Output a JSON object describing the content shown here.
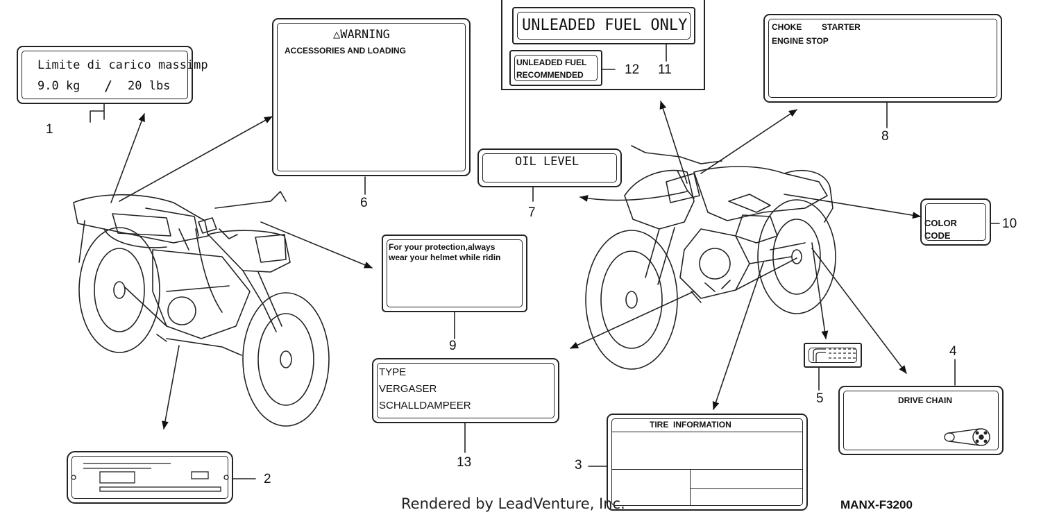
{
  "labels": {
    "l1": {
      "line1": "Limite di carico massimp",
      "w_kg": "9.0 kg",
      "slash": "/",
      "w_lbs": "20 lbs",
      "num": "1"
    },
    "l6": {
      "title": "△WARNING",
      "subtitle": "ACCESSORIES AND LOADING",
      "num": "6"
    },
    "l11": {
      "text": "UNLEADED FUEL ONLY",
      "num": "11"
    },
    "l12": {
      "line1": "UNLEADED FUEL",
      "line2": "RECOMMENDED",
      "num": "12"
    },
    "l8": {
      "choke": "CHOKE",
      "starter": "STARTER",
      "engine_stop": "ENGINE STOP",
      "num": "8"
    },
    "l7": {
      "text": "OIL LEVEL",
      "num": "7"
    },
    "l10": {
      "line1": "COLOR",
      "line2": "CODE",
      "num": "10"
    },
    "l9": {
      "line1": "For your protection,always",
      "line2": "wear your helmet while ridin",
      "num": "9"
    },
    "l13": {
      "line1": "TYPE",
      "line2": "VERGASER",
      "line3": "SCHALLDAMPEER",
      "num": "13"
    },
    "l3": {
      "title": "TIRE  INFORMATION",
      "num": "3"
    },
    "l4": {
      "text": "DRIVE CHAIN",
      "num": "4"
    },
    "l5": {
      "num": "5"
    },
    "l2": {
      "num": "2"
    }
  },
  "footer": {
    "rendered_by": "Rendered by LeadVenture, Inc.",
    "part_code": "MANX-F3200"
  }
}
